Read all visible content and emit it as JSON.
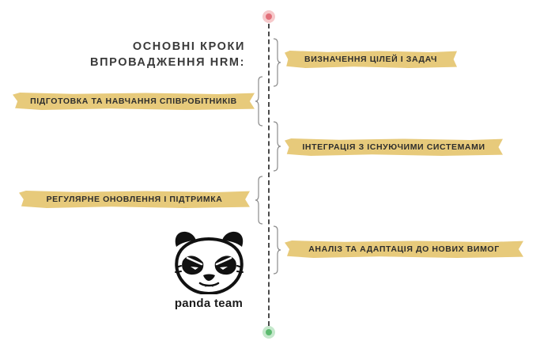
{
  "title": {
    "line1": "ОСНОВНІ КРОКИ",
    "line2": "ВПРОВАДЖЕННЯ HRM:"
  },
  "steps": [
    {
      "label": "ВИЗНАЧЕННЯ ЦІЛЕЙ І ЗАДАЧ",
      "side": "right"
    },
    {
      "label": "ПІДГОТОВКА ТА НАВЧАННЯ СПІВРОБІТНИКІВ",
      "side": "left"
    },
    {
      "label": "ІНТЕГРАЦІЯ З ІСНУЮЧИМИ СИСТЕМАМИ",
      "side": "right"
    },
    {
      "label": "РЕГУЛЯРНЕ ОНОВЛЕННЯ І ПІДТРИМКА",
      "side": "left"
    },
    {
      "label": "АНАЛІЗ ТА АДАПТАЦІЯ ДО НОВИХ ВИМОГ",
      "side": "right"
    }
  ],
  "logo": {
    "text": "panda team",
    "icon": "panda-face-icon"
  },
  "colors": {
    "label_fill": "#e7ca7b",
    "start_dot": "#e2707a",
    "end_dot": "#5cba6f",
    "line": "#4a4a4a"
  }
}
